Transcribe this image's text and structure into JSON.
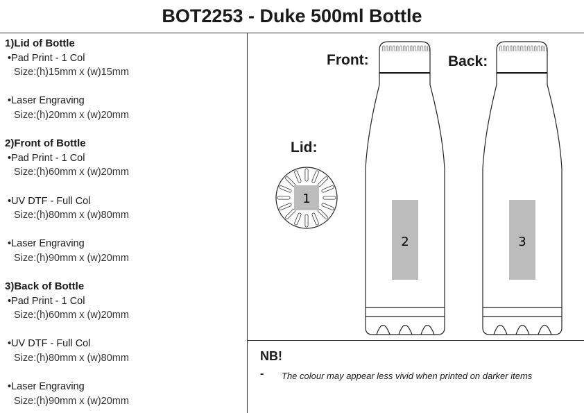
{
  "title": "BOT2253 - Duke 500ml Bottle",
  "sections": [
    {
      "heading": "1)Lid of Bottle",
      "items": [
        {
          "method": "•Pad Print - 1 Col",
          "size": "Size:(h)15mm x (w)15mm"
        },
        {
          "method": "•Laser Engraving",
          "size": "Size:(h)20mm x (w)20mm"
        }
      ]
    },
    {
      "heading": "2)Front of Bottle",
      "items": [
        {
          "method": "•Pad Print - 1 Col",
          "size": "Size:(h)60mm x (w)20mm"
        },
        {
          "method": "•UV DTF - Full Col",
          "size": "Size:(h)80mm x (w)80mm"
        },
        {
          "method": "•Laser Engraving",
          "size": "Size:(h)90mm x (w)20mm"
        }
      ]
    },
    {
      "heading": "3)Back of Bottle",
      "items": [
        {
          "method": "•Pad Print - 1 Col",
          "size": "Size:(h)60mm x (w)20mm"
        },
        {
          "method": "•UV DTF - Full Col",
          "size": "Size:(h)80mm x (w)80mm"
        },
        {
          "method": "•Laser Engraving",
          "size": "Size:(h)90mm x (w)20mm"
        }
      ]
    }
  ],
  "diagram": {
    "front_label": "Front:",
    "back_label": "Back:",
    "lid_label": "Lid:",
    "area1": "1",
    "area2": "2",
    "area3": "3",
    "area_color": "#bcbcbc"
  },
  "note": {
    "heading": "NB!",
    "dash": "-",
    "text": "The colour may appear less vivid when printed on darker items"
  }
}
